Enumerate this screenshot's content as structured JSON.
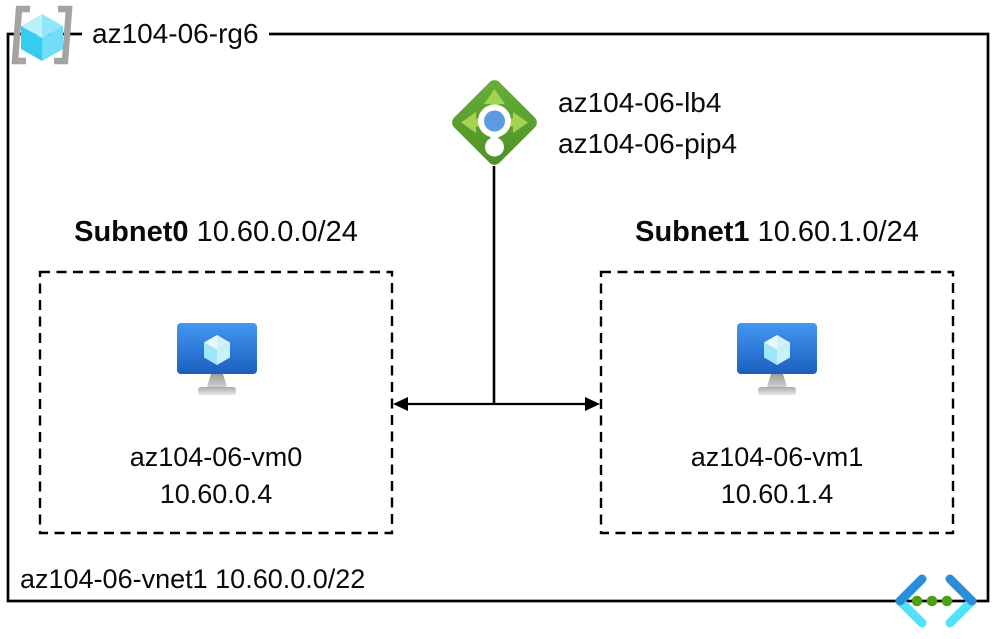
{
  "resource_group": {
    "name": "az104-06-rg6"
  },
  "load_balancer": {
    "name": "az104-06-lb4",
    "public_ip": "az104-06-pip4"
  },
  "subnets": [
    {
      "name": "Subnet0",
      "cidr": "10.60.0.0/24",
      "vm_name": "az104-06-vm0",
      "vm_ip": "10.60.0.4"
    },
    {
      "name": "Subnet1",
      "cidr": "10.60.1.0/24",
      "vm_name": "az104-06-vm1",
      "vm_ip": "10.60.1.4"
    }
  ],
  "virtual_network": {
    "name": "az104-06-vnet1",
    "cidr": "10.60.0.0/22"
  },
  "icons": {
    "resource_group": "resource-group-icon",
    "load_balancer": "load-balancer-icon",
    "vm0": "virtual-machine-icon",
    "vm1": "virtual-machine-icon",
    "virtual_network": "virtual-network-icon"
  },
  "colors": {
    "border_black": "#000000",
    "lb_diamond_green": "#59A12C",
    "lb_arrow_green": "#A4D44F",
    "lb_center_blue": "#5B9BE2",
    "vm_monitor_blue_top": "#4497F0",
    "vm_monitor_blue_bottom": "#1C5FBF",
    "cube_cyan_dark": "#36CCF1",
    "cube_cyan_light": "#A5EAFA",
    "rg_bracket_gray": "#A3A3A3",
    "vnet_chevron_blue": "#2B8CD9",
    "vnet_chevron_cyan": "#53E2FB",
    "vnet_dot_green": "#4BA112"
  }
}
